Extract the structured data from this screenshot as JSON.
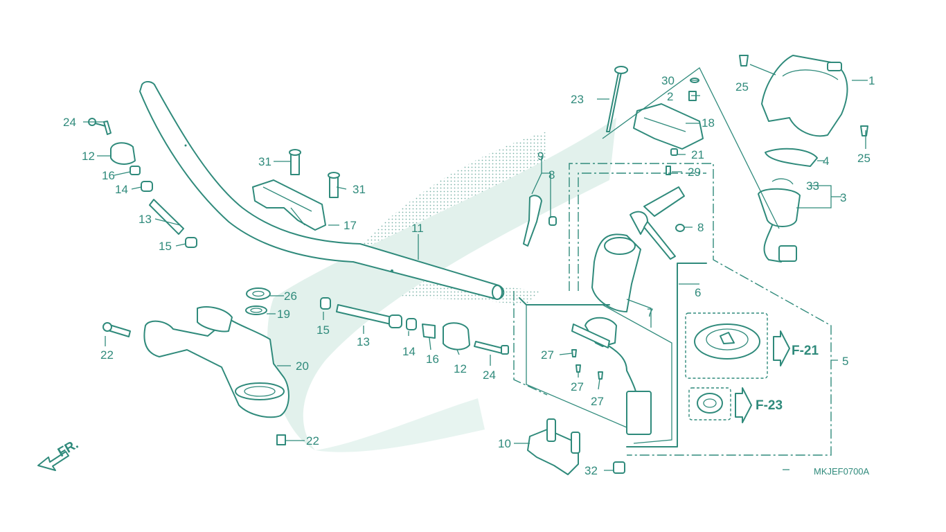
{
  "diagram": {
    "code": "MKJEF0700A",
    "front_label": "FR.",
    "color": "#2f8a7b",
    "refs": {
      "f21": "F-21",
      "f23": "F-23"
    },
    "labels": {
      "l1": "1",
      "l2": "2",
      "l3": "3",
      "l4": "4",
      "l5": "5",
      "l6": "6",
      "l7": "7",
      "l8a": "8",
      "l8b": "8",
      "l9": "9",
      "l10": "10",
      "l11": "11",
      "l12a": "12",
      "l12b": "12",
      "l13a": "13",
      "l13b": "13",
      "l14a": "14",
      "l14b": "14",
      "l15a": "15",
      "l15b": "15",
      "l16a": "16",
      "l16b": "16",
      "l17": "17",
      "l18": "18",
      "l19": "19",
      "l20": "20",
      "l21": "21",
      "l22a": "22",
      "l22b": "22",
      "l23": "23",
      "l24a": "24",
      "l24b": "24",
      "l25a": "25",
      "l25b": "25",
      "l26": "26",
      "l27a": "27",
      "l27b": "27",
      "l27c": "27",
      "l29": "29",
      "l30": "30",
      "l31a": "31",
      "l31b": "31",
      "l32": "32",
      "l33": "33"
    }
  }
}
